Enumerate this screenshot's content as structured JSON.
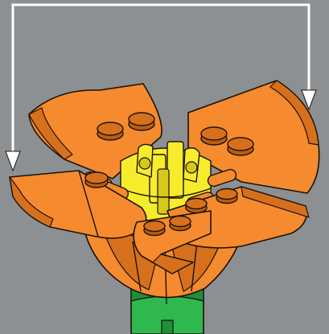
{
  "canvas": {
    "background": "#8c9093"
  },
  "colors": {
    "petal": "#f68a2e",
    "petal_dark": "#d7701c",
    "petal_shade": "#b85d12",
    "core": "#f7ec2c",
    "core_dark": "#d7c81c",
    "stem": "#2fb84e",
    "stem_dark": "#1f8f3a",
    "outline": "#1a1208",
    "arrow": "#ffffff"
  },
  "diagram": {
    "arrow_count": 2,
    "arrow_style": "white elbow connector, downward arrowheads",
    "parts": [
      "petal-left",
      "petal-back-left",
      "petal-back-right",
      "petal-front",
      "petal-front-right",
      "flower-core",
      "stem"
    ]
  }
}
